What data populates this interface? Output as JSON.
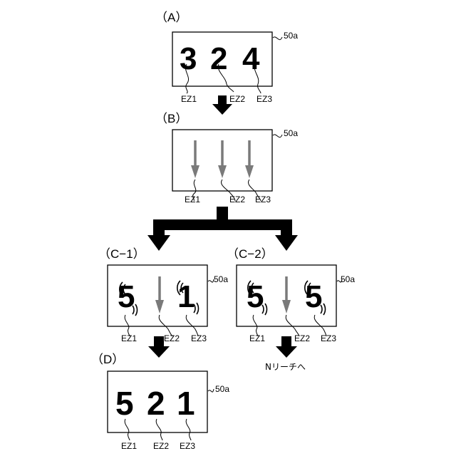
{
  "panels": {
    "A": {
      "label": "（A）",
      "ref": "50a",
      "digits": [
        "3",
        "2",
        "4"
      ],
      "ez": [
        "EZ1",
        "EZ2",
        "EZ3"
      ]
    },
    "B": {
      "label": "（B）",
      "ref": "50a",
      "ez": [
        "EZ1",
        "EZ2",
        "EZ3"
      ]
    },
    "C1": {
      "label": "（C−1）",
      "ref": "50a",
      "digits": [
        "5",
        "1"
      ],
      "ez": [
        "EZ1",
        "EZ2",
        "EZ3"
      ]
    },
    "C2": {
      "label": "（C−2）",
      "ref": "50a",
      "digits": [
        "5",
        "5"
      ],
      "ez": [
        "EZ1",
        "EZ2",
        "EZ3"
      ]
    },
    "D": {
      "label": "（D）",
      "ref": "50a",
      "digits": [
        "5",
        "2",
        "1"
      ],
      "ez": [
        "EZ1",
        "EZ2",
        "EZ3"
      ]
    }
  },
  "note": "Nリーチへ",
  "colors": {
    "reel_arrow": "#7a7a7a",
    "flow_arrow": "#000000",
    "box_border": "#000000"
  }
}
